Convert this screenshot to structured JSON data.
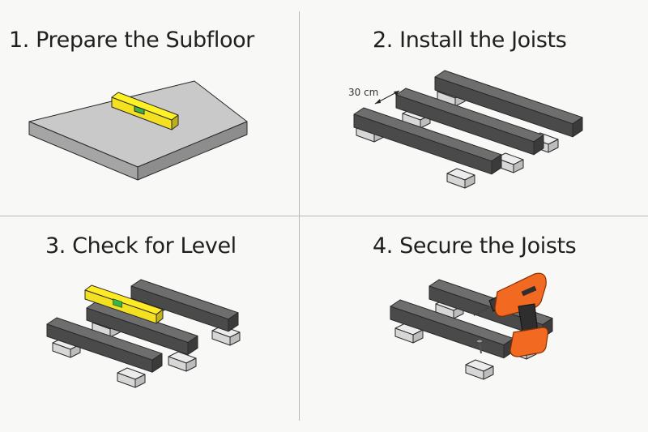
{
  "steps": [
    {
      "title": "1. Prepare the Subfloor"
    },
    {
      "title": "2. Install the Joists"
    },
    {
      "title": "3. Check for Level"
    },
    {
      "title": "4. Secure the Joists"
    }
  ],
  "annotations": {
    "joist_spacing": "30 cm"
  },
  "colors": {
    "joist": "#4a4a4a",
    "joist_top": "#6e6e6e",
    "block": "#d7d7d7",
    "subfloor": "#c9c9c9",
    "level": "#f2e021",
    "level_bubble": "#3bb34a",
    "drill": "#f26a21"
  }
}
